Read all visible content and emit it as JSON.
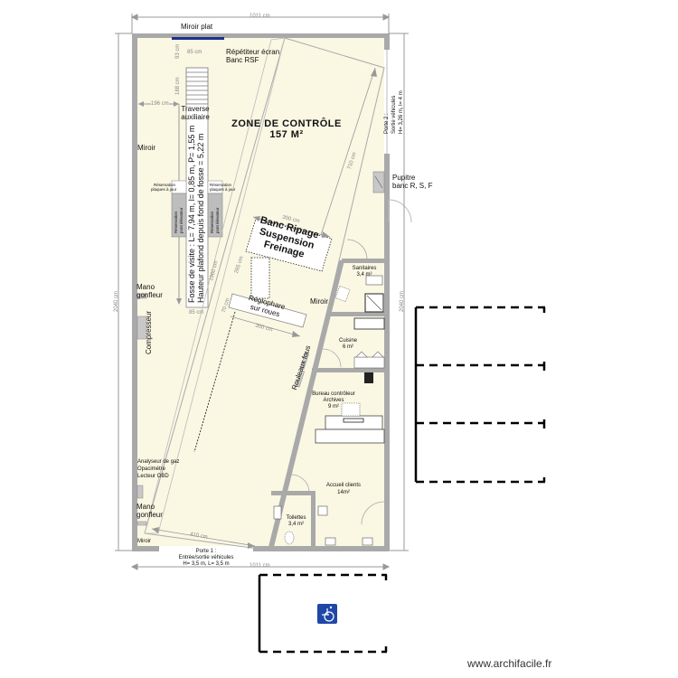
{
  "plan": {
    "title": "ZONE DE CONTRÔLE",
    "area": "157 M²",
    "colors": {
      "floor": "#faf7e3",
      "wall": "#a9a9a9",
      "wall_dark": "#8c8c8c",
      "dimension": "#999999",
      "mirror": "#1d2f8f",
      "parking_line": "#000000",
      "accessibility_sign": "#1f47a8"
    },
    "dimensions": {
      "top_width": "1011 cm",
      "bottom_width": "1011 cm",
      "left_height": "2040 cm",
      "right_height": "2040 cm",
      "stair_width_top": "85 cm",
      "stair_offset_top": "93 cm",
      "stair_length": "188 cm",
      "left_offset": "196 cm",
      "pit_bottom_width": "85 cm",
      "lane_length": "1960 cm",
      "lane_width": "410 cm",
      "bench_width": "300 cm",
      "bench_offset": "265 cm",
      "reglophare_width": "300 cm",
      "reglophare_offset": "70 cm",
      "right_lane_length": "710 cm"
    },
    "labels": {
      "miroir_plat": "Miroir plat",
      "repetiteur_line1": "Répétiteur écran",
      "repetiteur_line2": "Banc RSF",
      "traverse_line1": "Traverse",
      "traverse_line2": "auxiliaire",
      "miroir_left": "Miroir",
      "reservation_left_line1": "Réservation",
      "reservation_left_line2": "plaques à jour",
      "reservation_right_line1": "Réservation",
      "reservation_right_line2": "plaques à jour",
      "reservation_vertical_1": "Réservation",
      "reservation_vertical_2": "pont élévateur",
      "fosse_line1": "Fosse de visite : L= 7,94 m, l= 0,85 m, P= 1,55 m",
      "fosse_line2": "Hauteur plafond depuis fond de fosse = 5,22 m",
      "banc_line1": "Banc Ripage",
      "banc_line2": "Suspension",
      "banc_line3": "Freinage",
      "reglophare_line1": "Réglophare",
      "reglophare_line2": "sur roues",
      "mano1_line1": "Mano",
      "mano1_line2": "gonfleur",
      "compresseur": "Compresseur",
      "rouleaux": "Rouleaux fous",
      "miroir_center": "Miroir",
      "analyseur_line1": "Analyseur de gaz",
      "analyseur_line2": "Opacimètre",
      "analyseur_line3": "Lecteur OBD",
      "mano2_line1": "Mano",
      "mano2_line2": "gonfleur",
      "miroir_bottom": "Miroir",
      "porte1_line1": "Porte 1 :",
      "porte1_line2": "Entrée/sortie véhicules",
      "porte1_line3": "H= 3,5 m, L= 3,5 m",
      "porte2_line1": "Porte 2 :",
      "porte2_line2": "Sortie véhicules",
      "porte2_line3": "H= 3,26 m, l= 4 m",
      "pupitre_line1": "Pupitre",
      "pupitre_line2": "banc R, S, F"
    },
    "rooms": [
      {
        "name": "Sanitaires",
        "area": "3,4 m²"
      },
      {
        "name": "Cuisine",
        "area": "6 m²"
      },
      {
        "name": "Bureau contrôleur",
        "sub": "Archives",
        "area": "9 m²"
      },
      {
        "name": "Accueil clients",
        "area": "14m²"
      },
      {
        "name": "Toilettes",
        "area": "3,4 m²"
      }
    ]
  },
  "parking": {
    "right_bays": 3,
    "bottom_bays": 1,
    "accessibility_icon": "wheelchair-icon"
  },
  "footer": {
    "watermark": "www.archifacile.fr"
  }
}
